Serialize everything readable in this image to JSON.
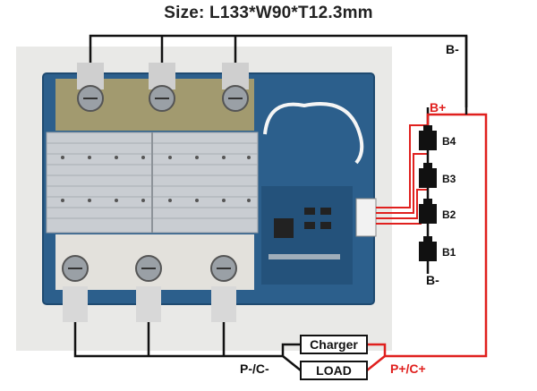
{
  "title": "Size: L133*W90*T12.3mm",
  "terminals": {
    "b_minus_top": "B-",
    "b_minus_bottom": "B-",
    "b_plus": "B+",
    "p_minus": "P-/C-",
    "p_plus": "P+/C+"
  },
  "cells": [
    "B4",
    "B3",
    "B2",
    "B1"
  ],
  "boxes": {
    "charger": "Charger",
    "load": "LOAD"
  },
  "colors": {
    "wire_black": "#111111",
    "wire_red": "#e0201e",
    "pcb": "#2c5f8c",
    "pcb_dark": "#1f4a70",
    "heatsink": "#c9cdd2",
    "background_photo": "#e8e8e6",
    "terminal_nut": "#9aa0a6",
    "battery": "#111111"
  }
}
